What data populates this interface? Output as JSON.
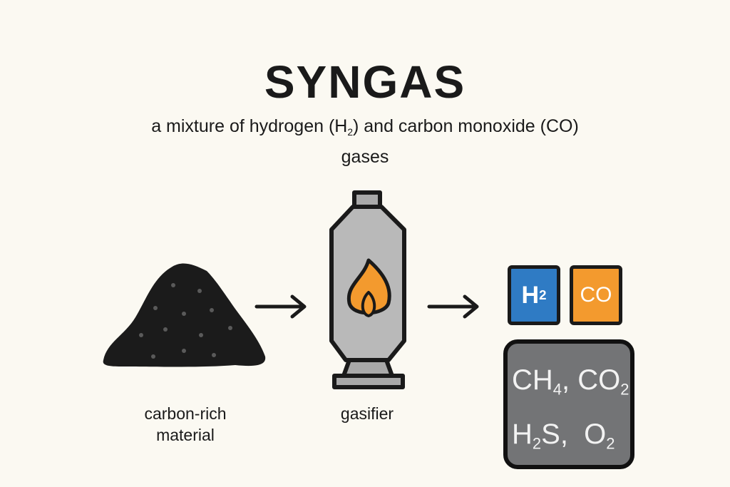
{
  "title": "SYNGAS",
  "subtitle_line1_pre": "a mixture of hydrogen (H",
  "subtitle_line1_sub": "2",
  "subtitle_line1_post": ") and carbon monoxide (CO)",
  "subtitle_line2": "gases",
  "stages": {
    "feedstock": {
      "label_line1": "carbon-rich",
      "label_line2": "material",
      "icon": "coal-pile-icon"
    },
    "gasifier": {
      "label": "gasifier",
      "icon": "gasifier-vessel-icon"
    }
  },
  "products": {
    "h2": {
      "symbol": "H",
      "sub": "2",
      "color": "#2f7bc4"
    },
    "co": {
      "symbol": "CO",
      "color": "#f39a2e"
    },
    "others": [
      [
        {
          "t": "CH",
          "s": "4"
        },
        {
          "t": ", CO",
          "s": "2"
        }
      ],
      [
        {
          "t": "H",
          "s": "2"
        },
        {
          "t": "S,  O",
          "s": "2"
        }
      ]
    ],
    "others_color": "#737476"
  }
}
